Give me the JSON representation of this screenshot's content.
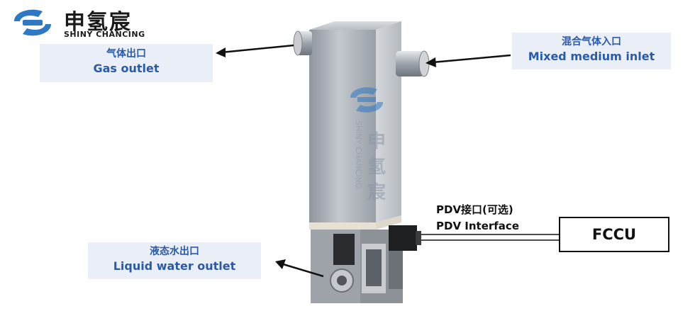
{
  "brand": {
    "name_cn": "申氢宸",
    "name_en": "SHINY CHANCING",
    "logo_icon": "shiny-chancing-logo-icon",
    "logo_color": "#2f78c4"
  },
  "callouts": {
    "gas_outlet": {
      "cn": "气体出口",
      "en": "Gas outlet"
    },
    "mixed_inlet": {
      "cn": "混合气体入口",
      "en": "Mixed medium inlet"
    },
    "liquid_outlet": {
      "cn": "液态水出口",
      "en": "Liquid water outlet"
    },
    "pdv": {
      "cn": "PDV接口(可选)",
      "en": "PDV Interface"
    }
  },
  "fccu": {
    "label": "FCCU"
  },
  "device_watermark": {
    "name_cn": "申氢宸",
    "name_en": "SHINY CHANCING"
  },
  "colors": {
    "label_bg": "#e9eef7",
    "label_text": "#2a5aa8",
    "device_body": "#a9afb6",
    "arrow": "#111111"
  }
}
